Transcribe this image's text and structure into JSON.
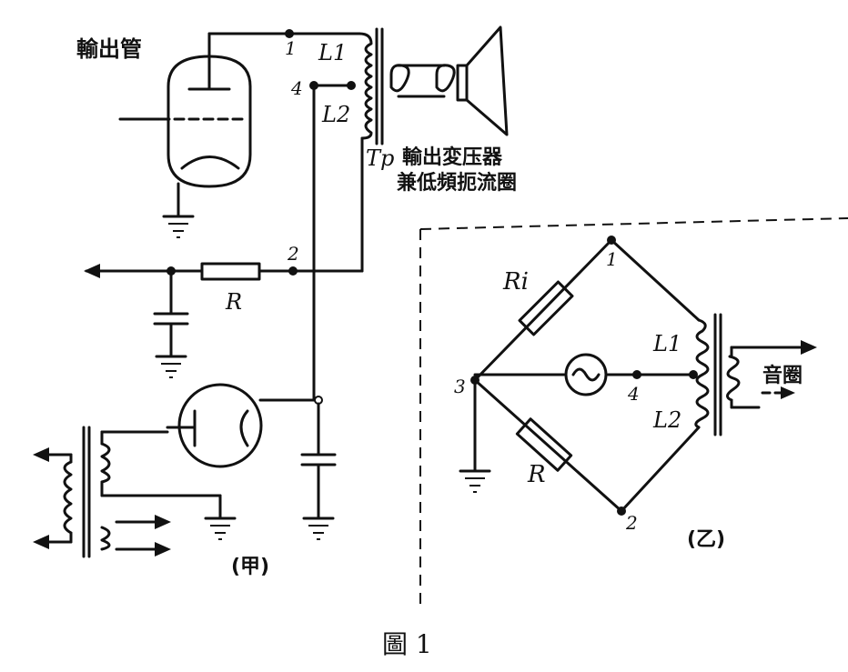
{
  "figure_caption": "圖 1",
  "circuit_a": {
    "label": "(甲)",
    "output_tube_label": "輸出管",
    "transformer_label_line1": "輸出変压器",
    "transformer_label_line2": "兼低頻扼流圈",
    "transformer_symbol": "Tp",
    "resistor_label": "R",
    "winding_1_label": "L1",
    "winding_2_label": "L2",
    "node_1": "1",
    "node_2": "2",
    "node_4": "4"
  },
  "circuit_b": {
    "label": "(乙)",
    "source_resistor_label": "Ri",
    "resistor_label": "R",
    "winding_1_label": "L1",
    "winding_2_label": "L2",
    "voice_coil_label": "音圈",
    "node_1": "1",
    "node_2": "2",
    "node_3": "3",
    "node_4": "4",
    "source_icon": "ac-source-icon"
  }
}
